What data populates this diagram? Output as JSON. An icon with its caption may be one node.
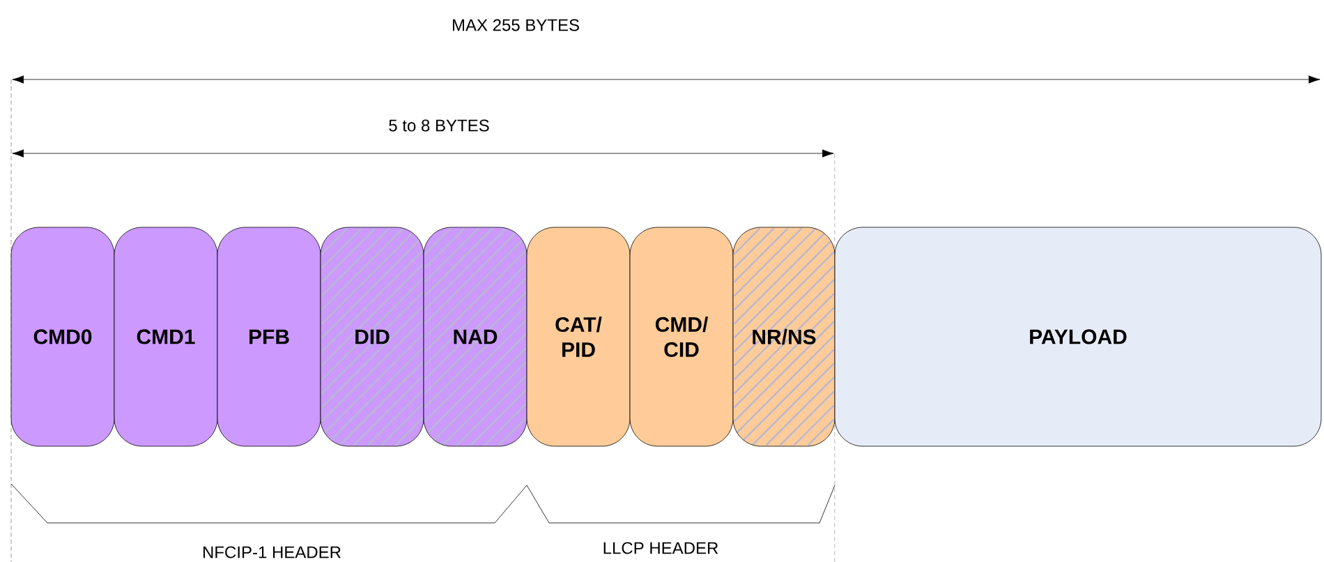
{
  "diagram": {
    "nodes": [
      {
        "text": [
          "CMD0"
        ]
      },
      {
        "text": [
          "CMD1"
        ]
      },
      {
        "text": [
          "PFB"
        ]
      },
      {
        "text": [
          "DID"
        ]
      },
      {
        "text": [
          "NAD"
        ]
      },
      {
        "text": [
          "CAT/ PID"
        ]
      },
      {
        "text": [
          "CMD/ CID"
        ]
      },
      {
        "text": [
          "NR/NS"
        ]
      },
      {
        "text": [
          "PAYLOAD"
        ]
      }
    ],
    "edges": [],
    "labels": [
      "MAX 255 BYTES",
      "5 to 8 BYTES",
      "NFCIP-1 HEADER",
      "LLCP HEADER"
    ]
  }
}
